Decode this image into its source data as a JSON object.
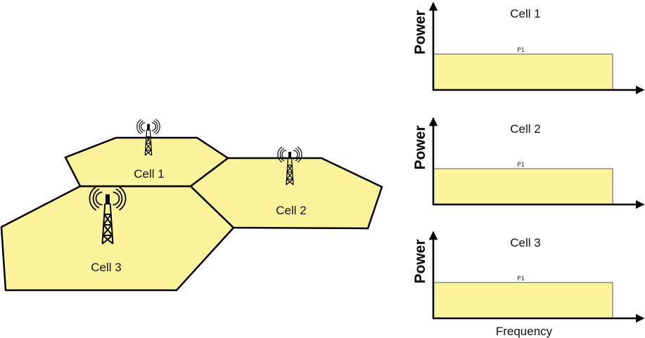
{
  "diagram": {
    "fill_color": "#fbf49c",
    "stroke_color": "#000000",
    "cells": [
      {
        "id": "cell-1",
        "label": "Cell 1"
      },
      {
        "id": "cell-2",
        "label": "Cell 2"
      },
      {
        "id": "cell-3",
        "label": "Cell 3"
      }
    ],
    "tower_icon": "cell-tower-icon"
  },
  "chart_data": [
    {
      "type": "bar",
      "title": "Cell 1",
      "ylabel": "Power",
      "xlabel": "",
      "bar_label": "P1",
      "power_level": 0.5,
      "frequency_span": [
        0,
        1
      ],
      "bar_color": "#fbf49c"
    },
    {
      "type": "bar",
      "title": "Cell 2",
      "ylabel": "Power",
      "xlabel": "",
      "bar_label": "P1",
      "power_level": 0.5,
      "frequency_span": [
        0,
        1
      ],
      "bar_color": "#fbf49c"
    },
    {
      "type": "bar",
      "title": "Cell 3",
      "ylabel": "Power",
      "xlabel": "Frequency",
      "bar_label": "P1",
      "power_level": 0.5,
      "frequency_span": [
        0,
        1
      ],
      "bar_color": "#fbf49c"
    }
  ]
}
